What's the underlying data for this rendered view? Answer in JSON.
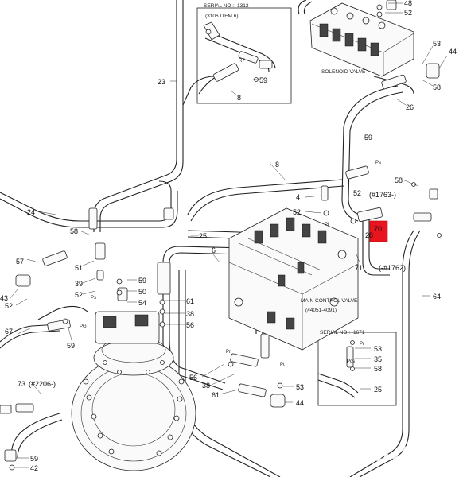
{
  "captions": {
    "serial_top": "SERIAL NO : -1312",
    "item_ref": "(3106 ITEM 6)",
    "solenoid_valve": "SOLENOID VALVE",
    "main_control_valve": "MAIN CONTROL VALVE",
    "mcv_range": "(#4051-4091)",
    "serial_bottom": "SERIAL NO : -1671",
    "ref_1763": "(#1763-)",
    "ref_1762": "(-#1762)",
    "ref_2206": "(#2206-)"
  },
  "highlight": {
    "label": "70",
    "color": "#e8141e"
  },
  "watermark": "RuDos.ru",
  "part_numbers": {
    "p48a": "48",
    "p52a": "52",
    "p53a": "53",
    "p44a": "44",
    "p58a": "58",
    "p23": "23",
    "p26": "26",
    "p8a": "8",
    "p59a": "59",
    "p8b": "8",
    "p59b": "59",
    "p4": "4",
    "p52b": "52",
    "p52c": "52",
    "p58b": "58",
    "p28": "28",
    "p24": "24",
    "p58c": "58",
    "p25a": "25",
    "p6": "6",
    "p71": "71",
    "p57": "57",
    "p51": "51",
    "p43": "43",
    "p39": "39",
    "p52d": "52",
    "p59c": "59",
    "p50": "50",
    "p54": "54",
    "p61a": "61",
    "p38a": "38",
    "p56a": "56",
    "p52e": "52",
    "p67": "67",
    "p59d": "59",
    "p64": "64",
    "p53b": "53",
    "p35": "35",
    "p58d": "58",
    "p25b": "25",
    "p56b": "56",
    "p38b": "38",
    "p61b": "61",
    "p53c": "53",
    "p44b": "44",
    "p73": "73",
    "p59e": "59",
    "p42": "42"
  },
  "small_marks": {
    "r7": "R7",
    "ps": "Ps",
    "pi": "Pi",
    "pg": "PG",
    "pr": "Pr",
    "ps2": "Ps",
    "pt": "Pt",
    "pcs": "Pcs",
    "pr2": "Pr"
  }
}
